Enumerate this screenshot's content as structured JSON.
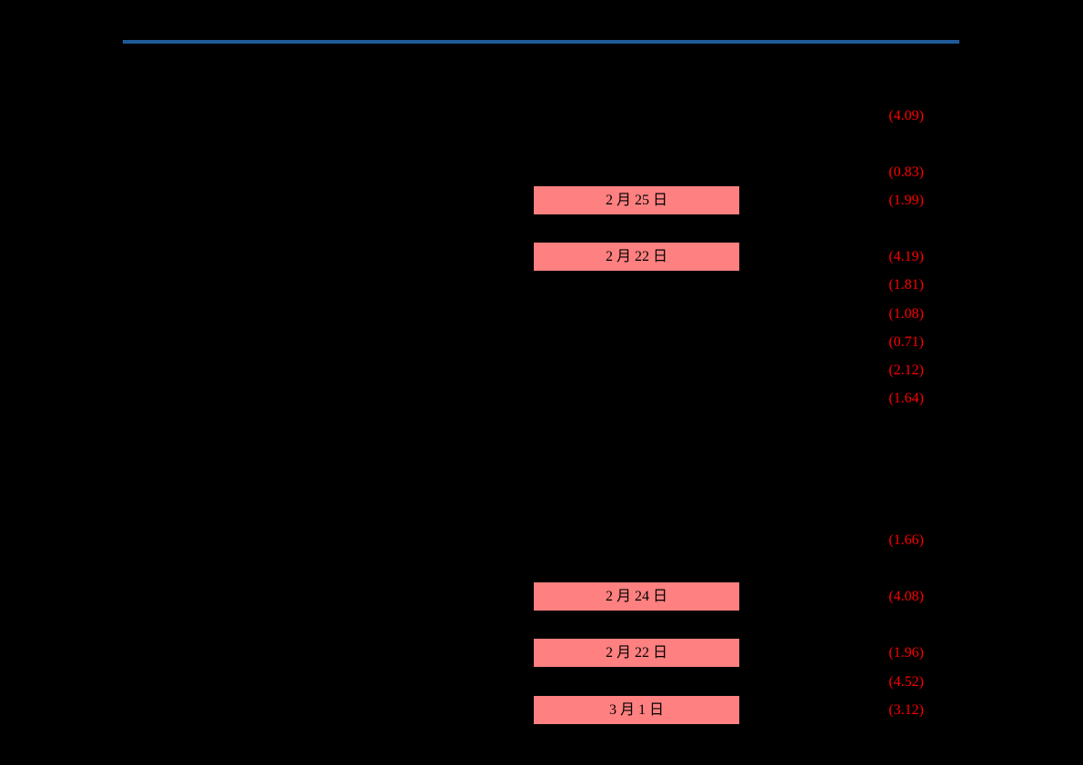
{
  "page": {
    "background_color": "#000000"
  },
  "divider": {
    "color": "#1F5C99"
  },
  "table": {
    "date_highlight_color": "#FF8080",
    "date_text_color": "#000000",
    "negative_value_color": "#FF0000",
    "rows": [
      {
        "row": 0,
        "value": "(4.09)"
      },
      {
        "row": 2,
        "value": "(0.83)"
      },
      {
        "row": 3,
        "value": "(1.99)",
        "date": "2 月 25 日"
      },
      {
        "row": 5,
        "value": "(4.19)",
        "date": "2 月 22 日"
      },
      {
        "row": 6,
        "value": "(1.81)"
      },
      {
        "row": 7,
        "value": "(1.08)"
      },
      {
        "row": 8,
        "value": "(0.71)"
      },
      {
        "row": 9,
        "value": "(2.12)"
      },
      {
        "row": 10,
        "value": "(1.64)"
      },
      {
        "row": 15,
        "value": "(1.66)"
      },
      {
        "row": 17,
        "value": "(4.08)",
        "date": "2 月 24 日"
      },
      {
        "row": 19,
        "value": "(1.96)",
        "date": "2 月 22 日"
      },
      {
        "row": 20,
        "value": "(4.52)"
      },
      {
        "row": 21,
        "value": "(3.12)",
        "date": "3 月 1 日"
      }
    ]
  }
}
